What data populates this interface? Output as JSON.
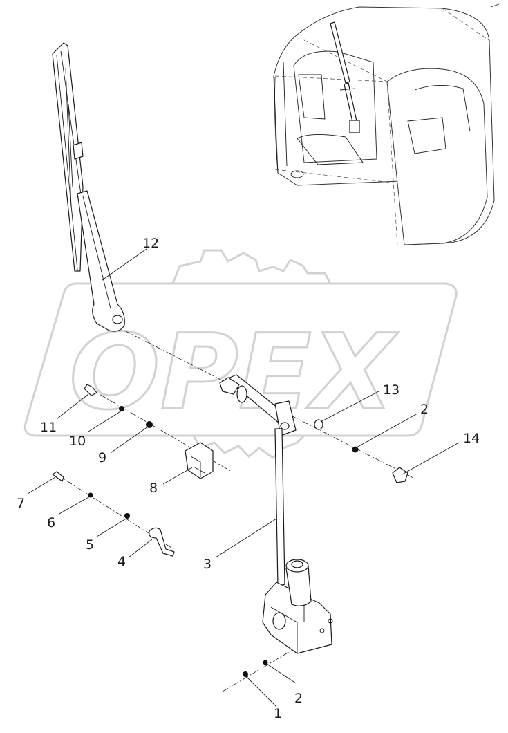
{
  "watermark": {
    "text": "OPEX"
  },
  "callouts": {
    "c1": "1",
    "c2a": "2",
    "c2b": "2",
    "c3": "3",
    "c4": "4",
    "c5": "5",
    "c6": "6",
    "c7": "7",
    "c8": "8",
    "c9": "9",
    "c10": "10",
    "c11": "11",
    "c12": "12",
    "c13": "13",
    "c14": "14"
  },
  "colors": {
    "line": "#1a1a1a",
    "watermark": "#d2d2d2",
    "background": "#ffffff"
  }
}
